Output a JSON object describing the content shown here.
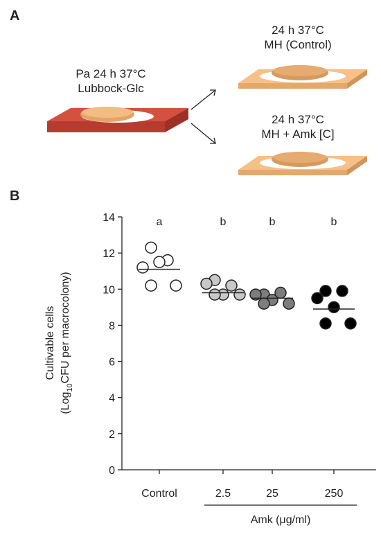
{
  "panel_a": {
    "label": "A",
    "pre_culture": {
      "line1": "Pa 24 h 37°C",
      "line2": "Lubbock-Glc"
    },
    "control": {
      "line1": "24 h 37°C",
      "line2": "MH (Control)"
    },
    "treatment": {
      "line1": "24 h 37°C",
      "line2": "MH + Amk [C]"
    }
  },
  "panel_b": {
    "label": "B"
  },
  "chart_data": {
    "type": "scatter",
    "ylabel_line1": "Cultivable cells",
    "ylabel_line2_prefix": "(Log",
    "ylabel_subscript": "10",
    "ylabel_line2_suffix": "CFU per macrocolony)",
    "ylim": [
      0,
      14
    ],
    "yticks": [
      0,
      2,
      4,
      6,
      8,
      10,
      12,
      14
    ],
    "categories": [
      "Control",
      "2.5",
      "25",
      "250"
    ],
    "group_label": "Amk (μg/ml)",
    "grid": false,
    "series": [
      {
        "category": "Control",
        "fill": "#ffffff",
        "letter": "a",
        "mean": 11.1,
        "values": [
          12.3,
          11.6,
          11.2,
          11.5,
          10.2,
          10.2
        ]
      },
      {
        "category": "2.5",
        "fill": "#c8c8c8",
        "letter": "b",
        "mean": 9.8,
        "values": [
          10.5,
          10.2,
          10.3,
          9.7,
          9.7,
          9.7
        ]
      },
      {
        "category": "25",
        "fill": "#7d7d7d",
        "letter": "b",
        "mean": 9.5,
        "values": [
          9.7,
          9.8,
          9.7,
          9.4,
          9.2,
          9.2
        ]
      },
      {
        "category": "250",
        "fill": "#000000",
        "letter": "b",
        "mean": 8.9,
        "values": [
          9.9,
          9.9,
          9.5,
          9.0,
          8.1,
          8.1
        ]
      }
    ]
  }
}
